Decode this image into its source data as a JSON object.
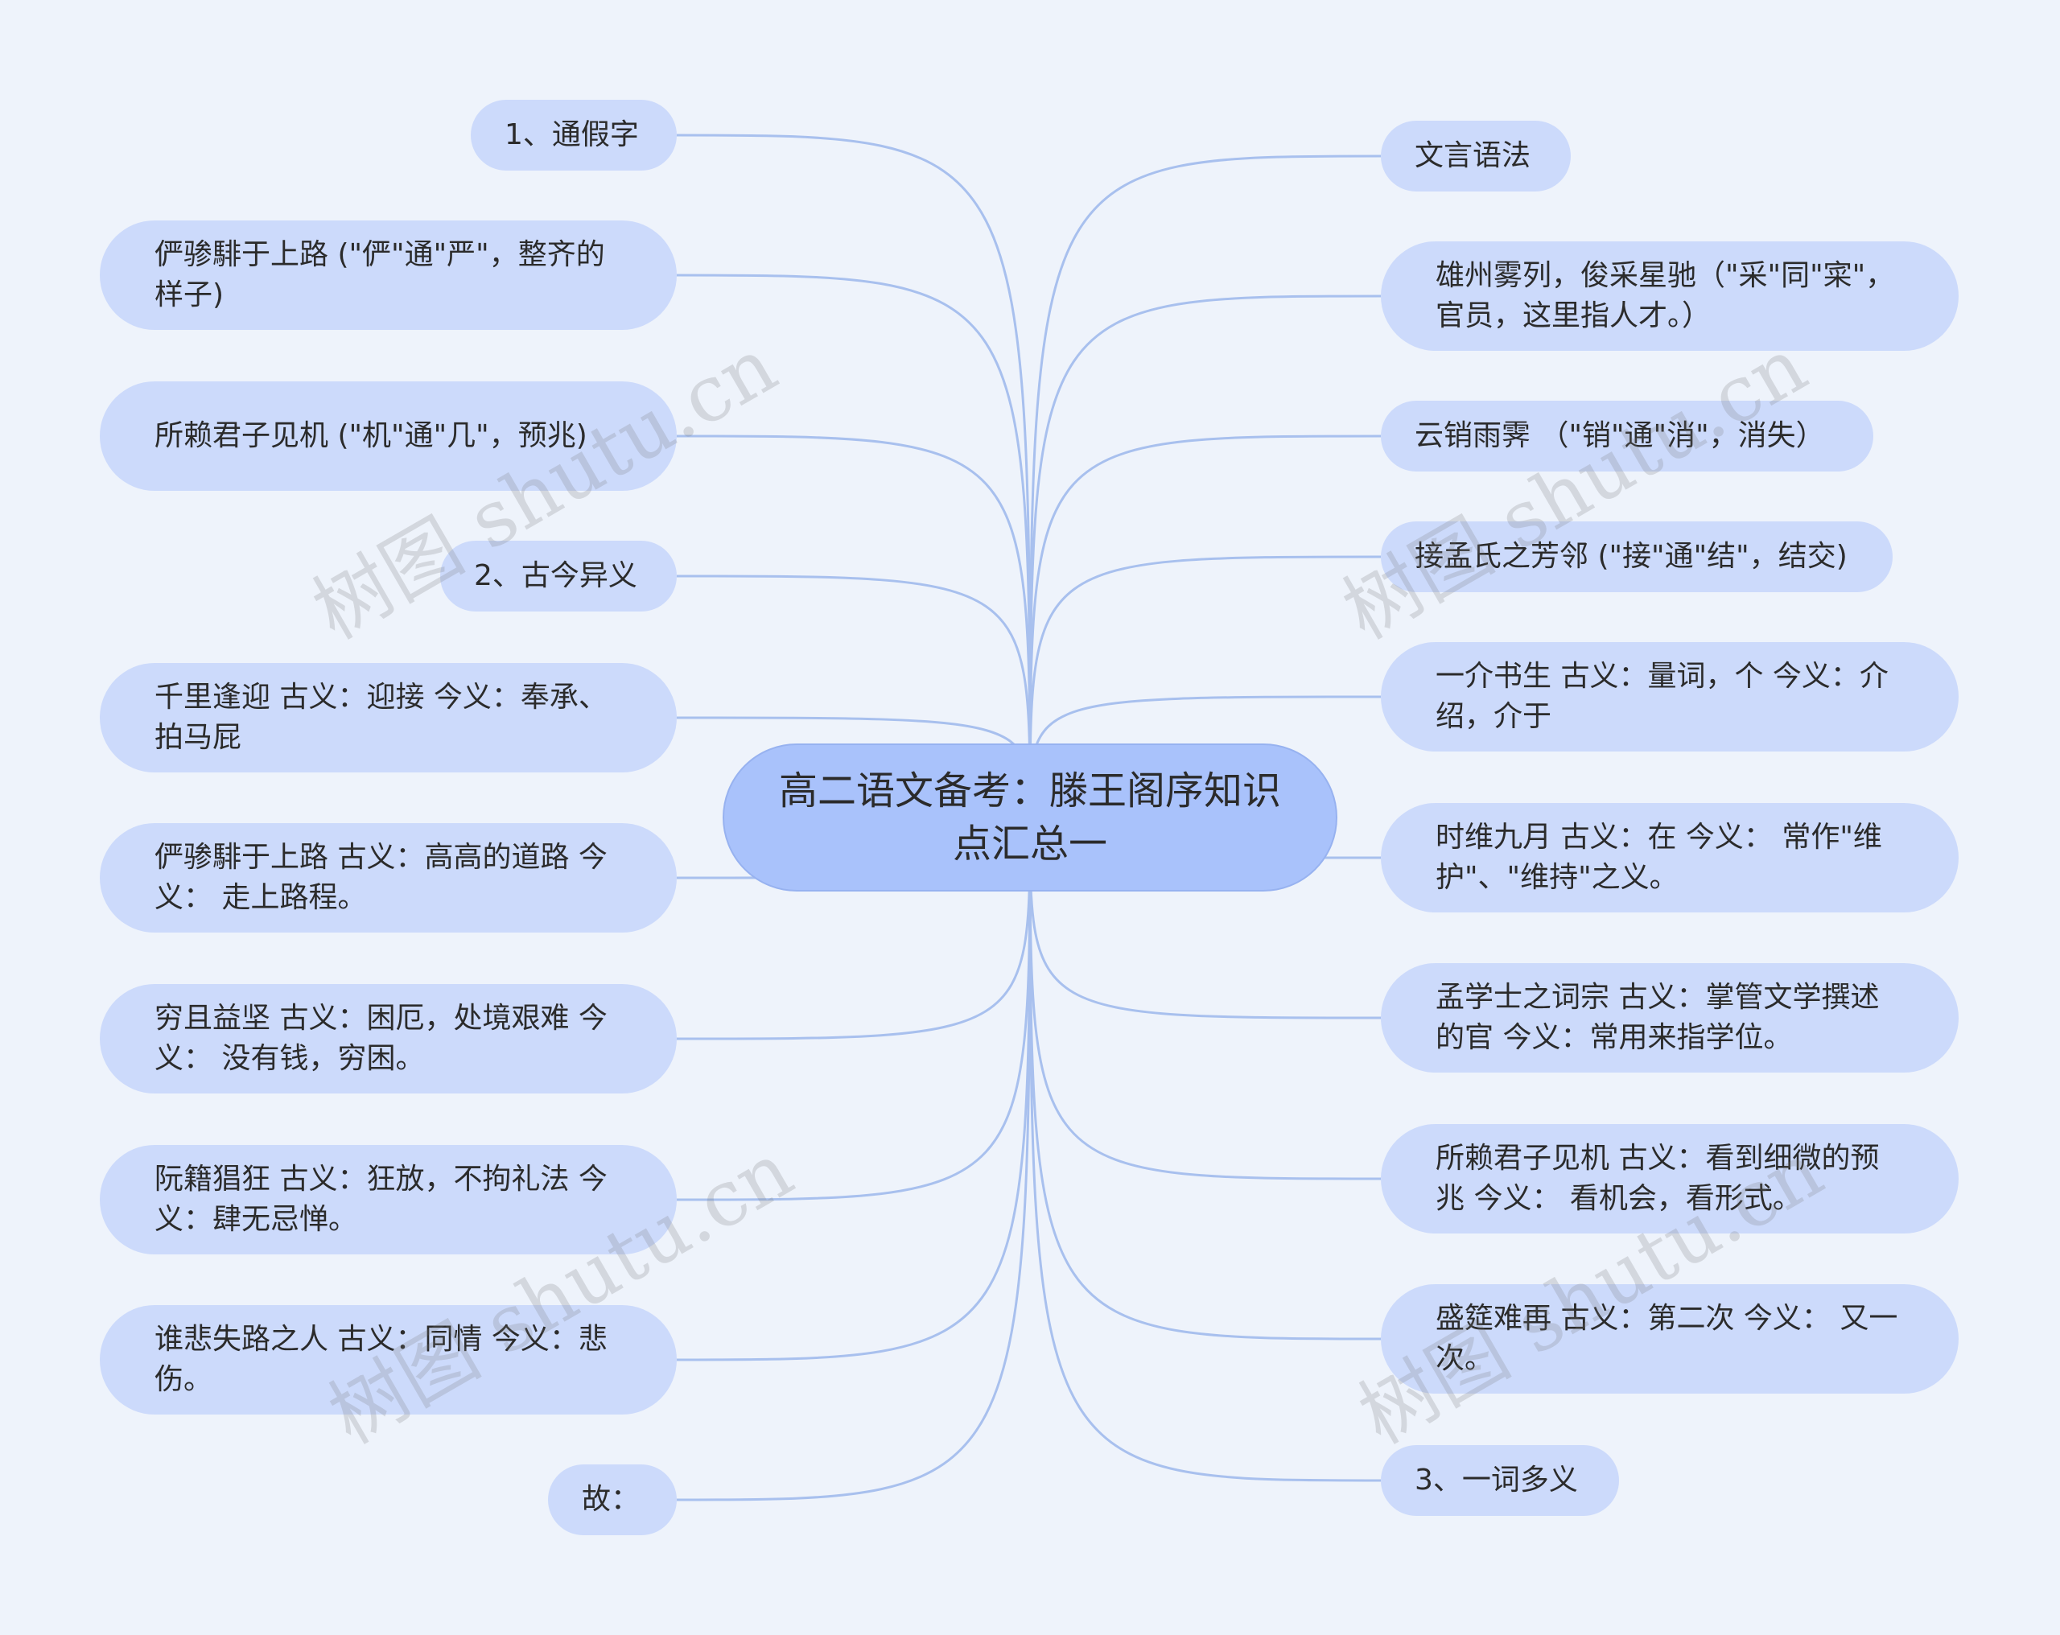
{
  "center": {
    "title": "高二语文备考：滕王阁序知识点汇总一"
  },
  "left_nodes": [
    "1、通假字",
    "俨骖騑于上路 (\"俨\"通\"严\"，整齐的样子)",
    "所赖君子见机 (\"机\"通\"几\"，预兆)",
    "2、古今异义",
    "千里逢迎 古义：迎接 今义：奉承、拍马屁",
    "俨骖騑于上路 古义：高高的道路 今义： 走上路程。",
    "穷且益坚 古义：困厄，处境艰难 今义： 没有钱，穷困。",
    "阮籍猖狂 古义：狂放，不拘礼法 今义：肆无忌惮。",
    "谁悲失路之人 古义：同情 今义：悲伤。",
    "故："
  ],
  "right_nodes": [
    "文言语法",
    "雄州雾列，俊采星驰（\"采\"同\"寀\"，官员，这里指人才。）",
    "云销雨霁 （\"销\"通\"消\"，消失）",
    "接孟氏之芳邻 (\"接\"通\"结\"，结交)",
    "一介书生 古义：量词，个 今义：介绍，介于",
    "时维九月 古义：在 今义： 常作\"维护\"、\"维持\"之义。",
    "孟学士之词宗 古义：掌管文学撰述的官 今义：常用来指学位。",
    "所赖君子见机 古义：看到细微的预兆 今义： 看机会，看形式。",
    "盛筵难再 古义：第二次 今义： 又一次。",
    "3、一词多义"
  ],
  "watermark": "树图 shutu.cn",
  "colors": {
    "background": "#eef3fb",
    "node": "#ccdafb",
    "center": "#a9c2fb",
    "link": "#a8c0ee"
  }
}
